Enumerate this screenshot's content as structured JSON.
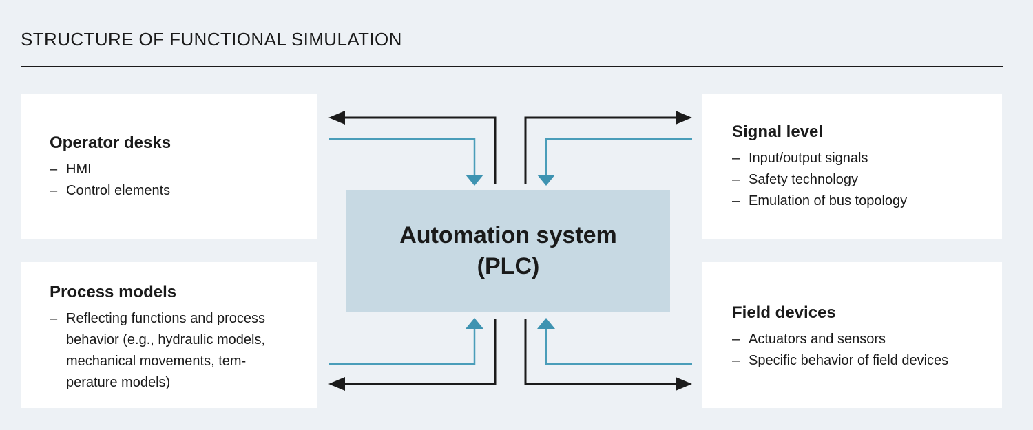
{
  "colors": {
    "background": "#edf1f5",
    "panel": "#ffffff",
    "plc_box": "#c7d9e3",
    "arrow_blue": "#4a9db9",
    "arrow_blue_head": "#3e93b1",
    "arrow_black": "#1b1b1b",
    "text": "#1a1a1a"
  },
  "header": {
    "title": "STRUCTURE OF FUNCTIONAL SIMULATION"
  },
  "bullet": "–",
  "plc": {
    "line1": "Automation system",
    "line2": "(PLC)"
  },
  "panels": [
    {
      "title": "Operator desks",
      "items": [
        {
          "lines": [
            "HMI"
          ]
        },
        {
          "lines": [
            "Control elements"
          ]
        }
      ]
    },
    {
      "title": "Signal level",
      "items": [
        {
          "lines": [
            "Input/output signals"
          ]
        },
        {
          "lines": [
            "Safety technology"
          ]
        },
        {
          "lines": [
            "Emulation of bus topology"
          ]
        }
      ]
    },
    {
      "title": "Process models",
      "items": [
        {
          "lines": [
            "Reflecting functions and process",
            "behavior (e.g., hydraulic models,",
            "mechanical movements, tem-",
            "perature models)"
          ]
        }
      ]
    },
    {
      "title": "Field devices",
      "items": [
        {
          "lines": [
            "Actuators and sensors"
          ]
        },
        {
          "lines": [
            "Specific behavior of field devices"
          ]
        }
      ]
    }
  ]
}
